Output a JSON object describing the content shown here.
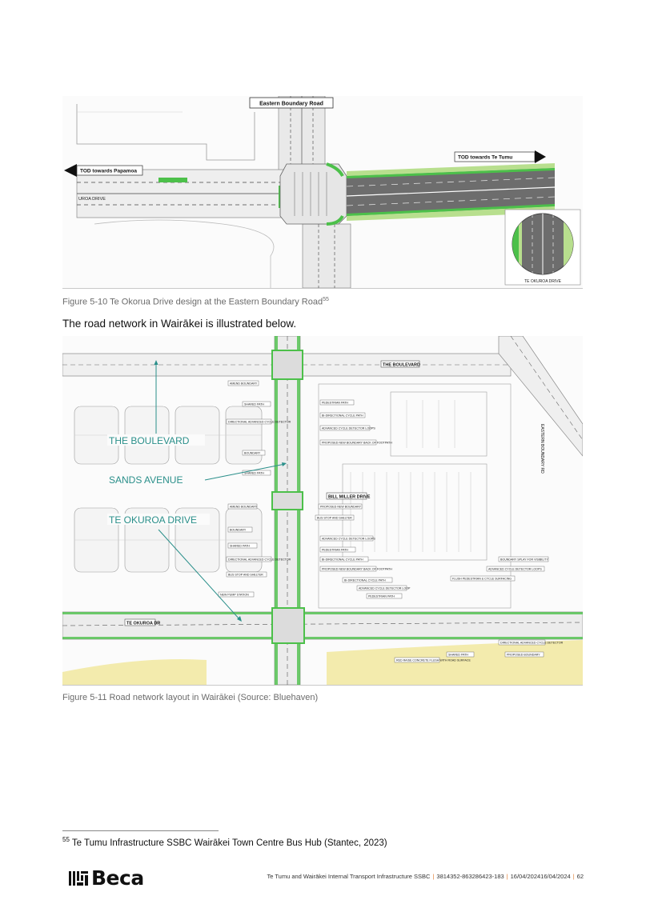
{
  "figure1": {
    "labels": {
      "eastern_boundary_road": "Eastern Boundary Road",
      "tod_papamoa": "TOD towards Papamoa",
      "tod_te_tumu": "TOD towards Te Tumu",
      "road_left": "UROA DRIVE",
      "inset_label": "TE OKUROA DRIVE"
    },
    "caption_text": "Figure 5-10 Te Okorua Drive design at the Eastern Boundary Road",
    "caption_ref": "55"
  },
  "intro_paragraph": "The road network in Wairākei is illustrated below.",
  "figure2": {
    "callouts": {
      "boulevard": "THE BOULEVARD",
      "sands": "SANDS AVENUE",
      "okuroa": "TE OKUROA DRIVE"
    },
    "map_labels": {
      "boulevard_road": "THE BOULEVARD",
      "bill_miller": "BILL MILLER DRIVE",
      "eastern_boundary": "EASTERN BOUNDARY RD",
      "te_okuroa_dr": "TE OKUROA DR"
    },
    "notes": [
      "AMEND BOUNDARY",
      "SHARED PATH",
      "DIRECTIONAL ADVANCED CYCLE DETECTOR",
      "BOUNDARY",
      "SHARED PATH",
      "PEDESTRIAN PATH",
      "BI-DIRECTIONAL CYCLE PATH",
      "ADVANCED CYCLE DETECTOR LOOPS",
      "PROPOSED NEW BOUNDARY BACK OF FOOTPATH",
      "AMEND BOUNDARY",
      "PROPOSED NEW BOUNDARY",
      "BUS STOP AND SHELTER",
      "BOUNDARY",
      "SHARED PATH",
      "DIRECTIONAL ADVANCED CYCLE DETECTOR",
      "BUS STOP AND SHELTER",
      "NEW PUMP STATION",
      "ADVANCED CYCLE DETECTOR LOOPS",
      "PEDESTRIAN PATH",
      "BI-DIRECTIONAL CYCLE PATH",
      "PROPOSED NEW BOUNDARY BACK OF FOOTPATH",
      "BI-DIRECTIONAL CYCLE PATH",
      "ADVANCED CYCLE DETECTOR LOOP",
      "PEDESTRIAN PATH",
      "BOUNDARY SPLAY FOR VISIBILITY",
      "ADVANCED CYCLE DETECTOR LOOPS",
      "FLUSH PEDESTRIAN & CYCLE SURFACING",
      "DIRECTIONAL ADVANCED CYCLE DETECTOR",
      "PROPOSED BOUNDARY",
      "SHARED PATH",
      "RED RAISE CONCRETE FLUSH WITH ROAD SURFACE"
    ],
    "caption_text": "Figure 5-11 Road network layout in Wairākei (Source: Bluehaven)"
  },
  "footnote": {
    "number": "55",
    "text": "Te Tumu Infrastructure SSBC Wairākei Town Centre Bus Hub (Stantec, 2023)"
  },
  "footer": {
    "logo_text": "Beca",
    "doc_title": "Te Tumu and Wairākei Internal Transport Infrastructure SSBC",
    "doc_number": "3814352-863286423-183",
    "dates": "16/04/202416/04/2024",
    "page": "62"
  },
  "colors": {
    "cycle_green": "#4cc04a",
    "light_green": "#b8df8e",
    "asphalt": "#6d6d6d",
    "callout_teal": "#2a8f8a",
    "sand": "#f1e79a",
    "accent_orange": "#e07a2e"
  }
}
